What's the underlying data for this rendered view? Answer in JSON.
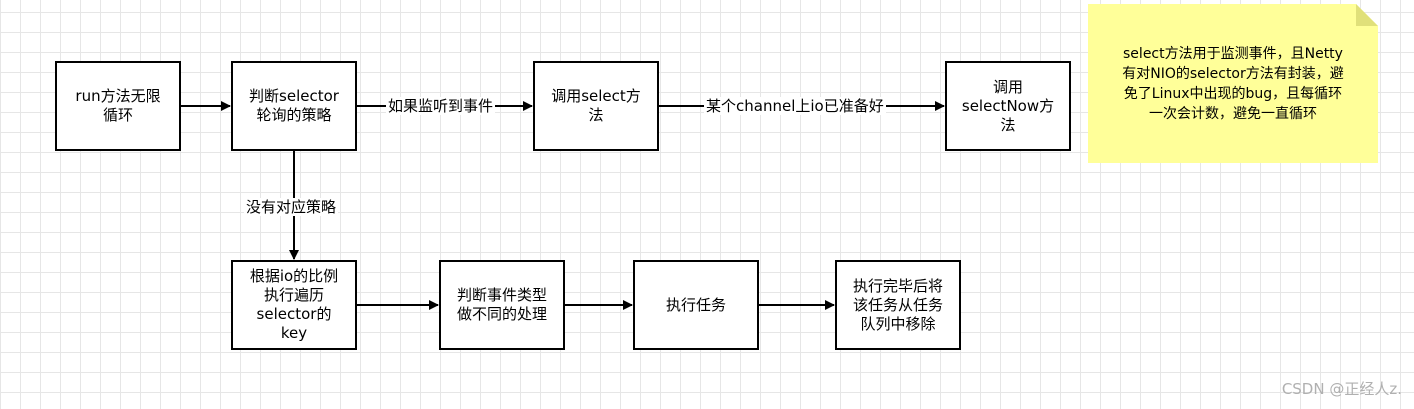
{
  "nodes": {
    "run_loop": "run方法无限\n循环",
    "check_strategy": "判断selector\n轮询的策略",
    "call_select": "调用select方\n法",
    "call_select_now": "调用\nselectNow方\n法",
    "iterate_keys": "根据io的比例\n执行遍历\nselector的\nkey",
    "handle_event": "判断事件类型\n做不同的处理",
    "run_task": "执行任务",
    "remove_task": "执行完毕后将\n该任务从任务\n队列中移除"
  },
  "edges": {
    "on_event": "如果监听到事件",
    "io_ready": "某个channel上io已准备好",
    "no_strategy": "没有对应策略"
  },
  "note": {
    "text": "select方法用于监测事件，且Netty\n有对NIO的selector方法有封装，避\n免了Linux中出现的bug，且每循环\n一次会计数，避免一直循环"
  },
  "watermark": "CSDN @正经人z."
}
